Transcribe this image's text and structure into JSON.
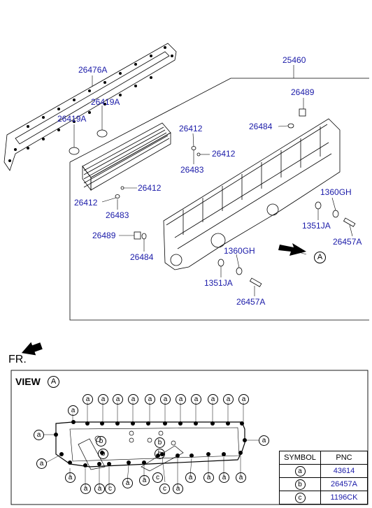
{
  "colors": {
    "label": "#1a1aa8",
    "line": "#000000"
  },
  "upper": {
    "labels": {
      "p25460": "25460",
      "p26476A": "26476A",
      "p26419A_1": "26419A",
      "p26419A_2": "26419A",
      "p26489_top": "26489",
      "p26484_top": "26484",
      "p26412_1": "26412",
      "p26412_2": "26412",
      "p26483_1": "26483",
      "p26412_3": "26412",
      "p26412_4": "26412",
      "p26483_2": "26483",
      "p1360GH_1": "1360GH",
      "p1351JA_1": "1351JA",
      "p26457A_1": "26457A",
      "p26489_bot": "26489",
      "p26484_bot": "26484",
      "p1360GH_2": "1360GH",
      "p1351JA_2": "1351JA",
      "p26457A_2": "26457A",
      "view_marker": "A"
    }
  },
  "lower": {
    "fr_label": "FR.",
    "view_title": "VIEW",
    "view_letter": "A",
    "legend": {
      "header_symbol": "SYMBOL",
      "header_pnc": "PNC",
      "rows": [
        {
          "symbol": "a",
          "pnc": "43614"
        },
        {
          "symbol": "b",
          "pnc": "26457A"
        },
        {
          "symbol": "c",
          "pnc": "1196CK"
        }
      ]
    },
    "callout_a": "a",
    "callout_b": "b",
    "callout_c": "c"
  }
}
